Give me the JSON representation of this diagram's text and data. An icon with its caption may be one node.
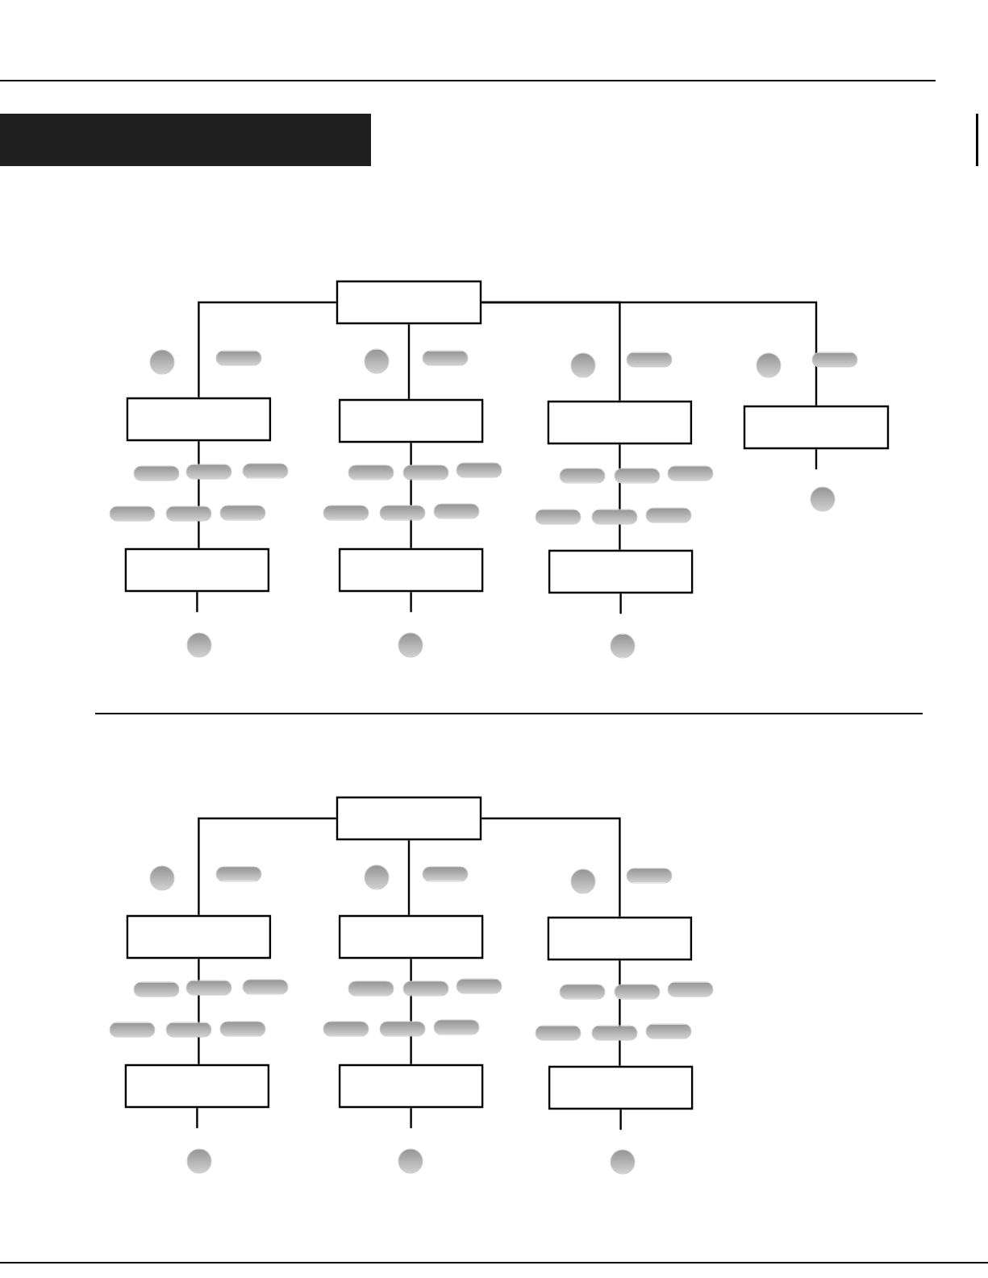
{
  "diagram": {
    "nodes": [
      {
        "text": [],
        "shape": "bar"
      },
      {
        "text": [],
        "shape": "box"
      },
      {
        "text": [],
        "shape": "box"
      },
      {
        "text": [],
        "shape": "box"
      },
      {
        "text": [],
        "shape": "box"
      },
      {
        "text": [],
        "shape": "box"
      },
      {
        "text": [],
        "shape": "box"
      },
      {
        "text": [],
        "shape": "box"
      },
      {
        "text": [],
        "shape": "box"
      },
      {
        "text": [],
        "shape": "box"
      },
      {
        "text": [],
        "shape": "box"
      },
      {
        "text": [],
        "shape": "box"
      },
      {
        "text": [],
        "shape": "box"
      },
      {
        "text": [],
        "shape": "box"
      },
      {
        "text": [],
        "shape": "box"
      },
      {
        "text": [],
        "shape": "box"
      }
    ],
    "edges": [
      {
        "from": 1,
        "to": 2,
        "arrow": "none"
      },
      {
        "from": 1,
        "to": 3,
        "arrow": "none"
      },
      {
        "from": 1,
        "to": 4,
        "arrow": "none"
      },
      {
        "from": 1,
        "to": 5,
        "arrow": "none"
      },
      {
        "from": 2,
        "to": 6,
        "arrow": "none"
      },
      {
        "from": 3,
        "to": 7,
        "arrow": "none"
      },
      {
        "from": 4,
        "to": 8,
        "arrow": "none"
      },
      {
        "from": 5,
        "to": null,
        "arrow": "none"
      },
      {
        "from": 6,
        "to": null,
        "arrow": "none"
      },
      {
        "from": 7,
        "to": null,
        "arrow": "none"
      },
      {
        "from": 8,
        "to": null,
        "arrow": "none"
      },
      {
        "from": 9,
        "to": 10,
        "arrow": "none"
      },
      {
        "from": 9,
        "to": 11,
        "arrow": "none"
      },
      {
        "from": 9,
        "to": 12,
        "arrow": "none"
      },
      {
        "from": 10,
        "to": 13,
        "arrow": "none"
      },
      {
        "from": 11,
        "to": 14,
        "arrow": "none"
      },
      {
        "from": 12,
        "to": 15,
        "arrow": "none"
      },
      {
        "from": 13,
        "to": null,
        "arrow": "none"
      },
      {
        "from": 14,
        "to": null,
        "arrow": "none"
      },
      {
        "from": 15,
        "to": null,
        "arrow": "none"
      }
    ]
  }
}
